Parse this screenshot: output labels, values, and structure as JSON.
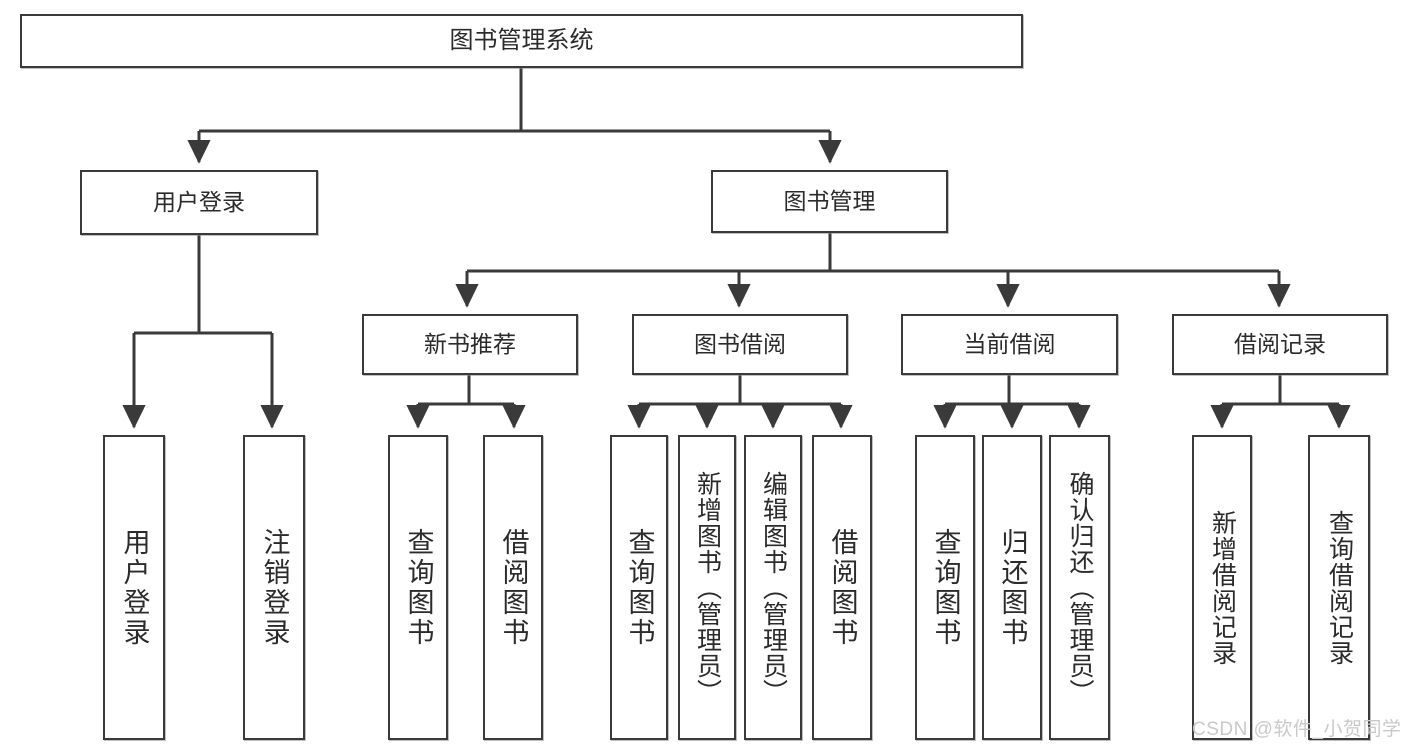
{
  "diagram": {
    "type": "tree-hierarchy",
    "title": "图书管理系统",
    "watermark": "CSDN @软件_小贺同学",
    "colors": {
      "box_border": "#3a3a3a",
      "box_fill": "#ffffff",
      "edge": "#3a3a3a",
      "text": "#2b2b2b",
      "watermark": "#c9c9c9",
      "background": "#ffffff"
    },
    "nodes": {
      "root": {
        "label": "图书管理系统"
      },
      "level2": [
        {
          "id": "user-login",
          "label": "用户登录"
        },
        {
          "id": "book-manage",
          "label": "图书管理"
        }
      ],
      "level3": [
        {
          "id": "new-book-recommend",
          "label": "新书推荐"
        },
        {
          "id": "book-borrow",
          "label": "图书借阅"
        },
        {
          "id": "current-borrow",
          "label": "当前借阅"
        },
        {
          "id": "borrow-record",
          "label": "借阅记录"
        }
      ],
      "leaves": {
        "user-login": [
          {
            "id": "leaf-user-login",
            "label": "用户登录"
          },
          {
            "id": "leaf-logout-login",
            "label": "注销登录"
          }
        ],
        "new-book-recommend": [
          {
            "id": "leaf-query-book-1",
            "label": "查询图书"
          },
          {
            "id": "leaf-borrow-book-1",
            "label": "借阅图书"
          }
        ],
        "book-borrow": [
          {
            "id": "leaf-query-book-2",
            "label": "查询图书"
          },
          {
            "id": "leaf-add-book",
            "label": "新增图书（管理员）"
          },
          {
            "id": "leaf-edit-book",
            "label": "编辑图书（管理员）"
          },
          {
            "id": "leaf-borrow-book-2",
            "label": "借阅图书"
          }
        ],
        "current-borrow": [
          {
            "id": "leaf-query-book-3",
            "label": "查询图书"
          },
          {
            "id": "leaf-return-book",
            "label": "归还图书"
          },
          {
            "id": "leaf-confirm-return",
            "label": "确认归还（管理员）"
          }
        ],
        "borrow-record": [
          {
            "id": "leaf-add-record",
            "label": "新增借阅记录"
          },
          {
            "id": "leaf-query-record",
            "label": "查询借阅记录"
          }
        ]
      }
    }
  }
}
